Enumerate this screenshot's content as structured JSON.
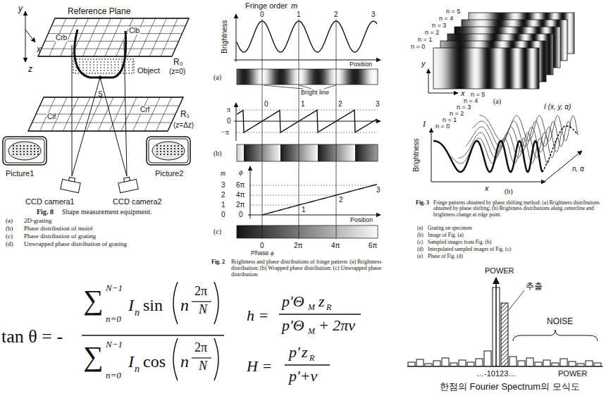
{
  "diagram": {
    "nodes": [
      {
        "text": [
          "Reference Plane",
          "Crb",
          "Clb",
          "R₀",
          "(z=0)"
        ]
      },
      {
        "text": [
          "Clf",
          "Crf",
          "R₁",
          "(z=Δz)"
        ]
      }
    ],
    "labels": [
      "y",
      "x",
      "z",
      "Object",
      "S",
      "Picture1",
      "Picture2",
      "CCD camera1",
      "CCD camera2",
      "Fig. 8",
      "Shape measurement equipment.",
      "(a)",
      "2D-grating",
      "(b)",
      "Phase distribution of moiré",
      "(c)",
      "Phase distribution of grating",
      "(d)",
      "Unwrapped phase distribution of grating",
      "Fringe order",
      "m",
      "0",
      "1",
      "2",
      "3",
      "Brightness",
      "Position",
      "(a)",
      "Bright line",
      "0",
      "1",
      "2",
      "3",
      "π",
      "0",
      "−π",
      "(b)",
      "m",
      "ϕ",
      "3",
      "6π",
      "2",
      "4π",
      "1",
      "2π",
      "0",
      "0",
      "1",
      "2",
      "3",
      "Position",
      "(c)",
      "0",
      "2π",
      "4π",
      "6π",
      "Phase",
      "ϕ",
      "Fig. 2",
      "Brightness and phase distributions of fringe pattern: (a) Brightness distribution; (b) Wrapped phase distribution; (c) Unwrapped phase distribution.",
      "n = 5",
      "n = 4",
      "n = 3",
      "n = 2",
      "n = 1",
      "n = 0",
      "y",
      "x",
      "(a)",
      "n = 5",
      "n = 4",
      "n = 3",
      "n = 2",
      "n = 1",
      "n = 0",
      "I (x, y, α)",
      "Brightness",
      "I",
      "x",
      "n, α",
      "(b)",
      "Fig. 3",
      "Fringe patterns obtained by phase shifting method: (a) Brightness distributions obtained by phase shifting; (b) Brightness distributions along centerline and brightness change at edge point.",
      "(a)",
      "Grating on specimen",
      "(b)",
      "Image of Fig. (a)",
      "(c)",
      "Sampled images from Fig. (b)",
      "(d)",
      "Interpolated sampled images of Fig. (c)",
      "(e)",
      "Phase of Fig. (d)",
      "tan θ = -",
      "∑",
      "N−1",
      "n=0",
      "I",
      "n",
      "sin",
      "n",
      "2π",
      "N",
      "∑",
      "N−1",
      "n=0",
      "I",
      "n",
      "cos",
      "n",
      "2π",
      "N",
      "h =",
      "p'Θ",
      "M",
      "z",
      "R",
      "p'Θ",
      "M",
      "+ 2πν",
      "H =",
      "p'",
      "z",
      "R",
      "p'+ν",
      "POWER",
      "추출",
      "NOISE",
      "…-10123…",
      "POWER",
      "한점의 Fourier Spectrum의 모식도"
    ]
  }
}
